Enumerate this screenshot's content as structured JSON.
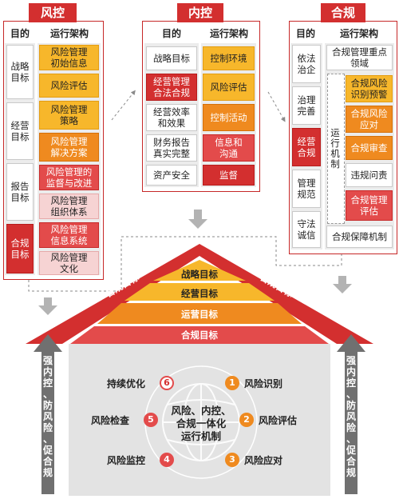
{
  "left_panel": {
    "title": "风控",
    "goal_header": "目的",
    "arch_header": "运行架构",
    "goals": [
      "战略\n目标",
      "经营\n目标",
      "报告\n目标",
      "合规\n目标"
    ],
    "items": [
      "风险管理\n初始信息",
      "风险评估",
      "风险管理\n策略",
      "风险管理\n解决方案",
      "风险管理的\n监督与改进",
      "风险管理\n组织体系",
      "风险管理\n信息系统",
      "风险管理\n文化"
    ]
  },
  "middle_panel": {
    "title": "内控",
    "goal_header": "目的",
    "arch_header": "运行架构",
    "goals": [
      "战略目标",
      "经营管理\n合法合规",
      "经营效率\n和效果",
      "财务报告\n真实完整",
      "资产安全"
    ],
    "items": [
      "控制环境",
      "风险评估",
      "控制活动",
      "信息和\n沟通",
      "监督"
    ]
  },
  "right_panel": {
    "title": "合规",
    "goal_header": "目的",
    "arch_header": "运行架构",
    "goals": [
      "依法\n治企",
      "治理\n完善",
      "经营\n合规",
      "管理\n规范",
      "守法\n诚信"
    ],
    "top_item": "合规管理重点\n领域",
    "mechanism_label": "运\n行\n机\n制",
    "mechanism_items": [
      "合规风险\n识别预警",
      "合规风险\n应对",
      "合规审查",
      "违规问责",
      "合规管理\n评估"
    ],
    "bottom_item": "合规保障机制"
  },
  "roof": {
    "left_slope": "合规目标",
    "right_slope": "合规目标",
    "bands": [
      "战略目标",
      "经营目标",
      "运营目标",
      "合规目标"
    ]
  },
  "core": {
    "center_text": "风险、内控、\n合规一体化\n运行机制",
    "steps": [
      {
        "num": "1",
        "label": "风险识别"
      },
      {
        "num": "2",
        "label": "风险评估"
      },
      {
        "num": "3",
        "label": "风险应对"
      },
      {
        "num": "4",
        "label": "风险监控"
      },
      {
        "num": "5",
        "label": "风险检查"
      },
      {
        "num": "6",
        "label": "持续优化"
      }
    ]
  },
  "side_arrows": {
    "left": "强\n内\n控\n、\n防\n风\n险\n、\n促\n合\n规",
    "right": "强\n内\n控\n、\n防\n风\n险\n、\n促\n合\n规"
  }
}
